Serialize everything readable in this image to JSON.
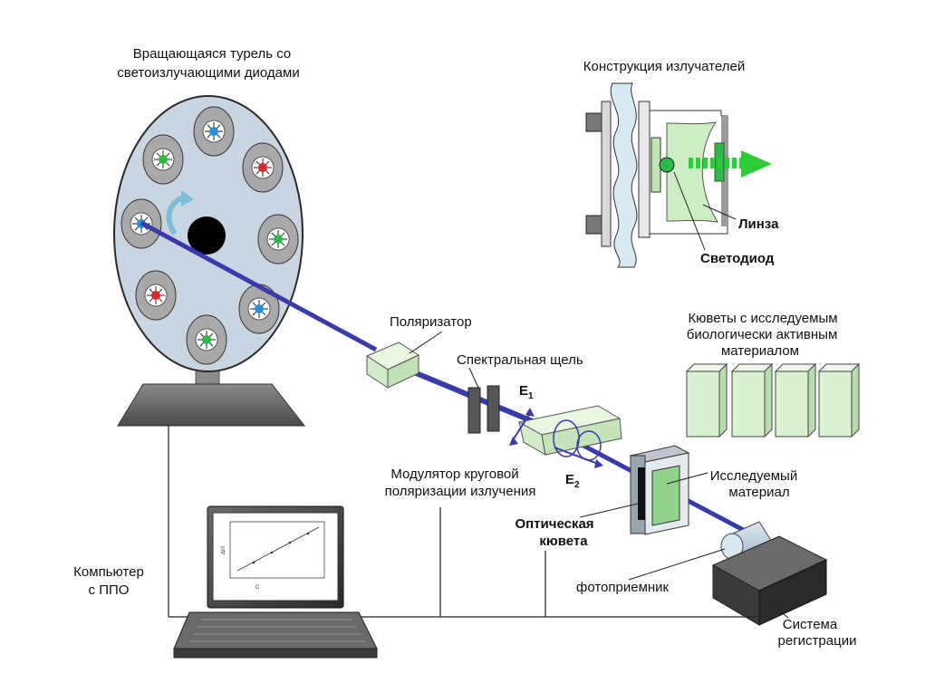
{
  "labels": {
    "turret_line1": "Вращающаяся турель со",
    "turret_line2": "светоизлучающими диодами",
    "emitter_title": "Конструкция  излучателей",
    "lens": "Линза",
    "led": "Светодиод",
    "polarizer": "Поляризатор",
    "slit": "Спектральная  щель",
    "e1": "E",
    "e1_sub": "1",
    "e2": "E",
    "e2_sub": "2",
    "modulator_line1": "Модулятор  круговой",
    "modulator_line2": "поляризации  излучения",
    "cuvettes_line1": "Кюветы с исследуемым",
    "cuvettes_line2": "биологически активным",
    "cuvettes_line3": "материалом",
    "material_line1": "Исследуемый",
    "material_line2": "материал",
    "optical_line1": "Оптическая",
    "optical_line2": "кювета",
    "photodetector": "фотоприемник",
    "computer_line1": "Компьютер",
    "computer_line2": "с ППО",
    "registration_line1": "Система",
    "registration_line2": "регистрации"
  },
  "colors": {
    "beam": "#3a3aa8",
    "disk": "#c9d5e0",
    "green_led": "#2db84a",
    "red_led": "#d82a2a",
    "blue_led": "#2a8ed8",
    "glass": "#d8f0d0",
    "arrow": "#2fcc3a"
  },
  "turret_leds": [
    "blue",
    "green",
    "blue",
    "red",
    "green",
    "blue",
    "green",
    "red"
  ]
}
